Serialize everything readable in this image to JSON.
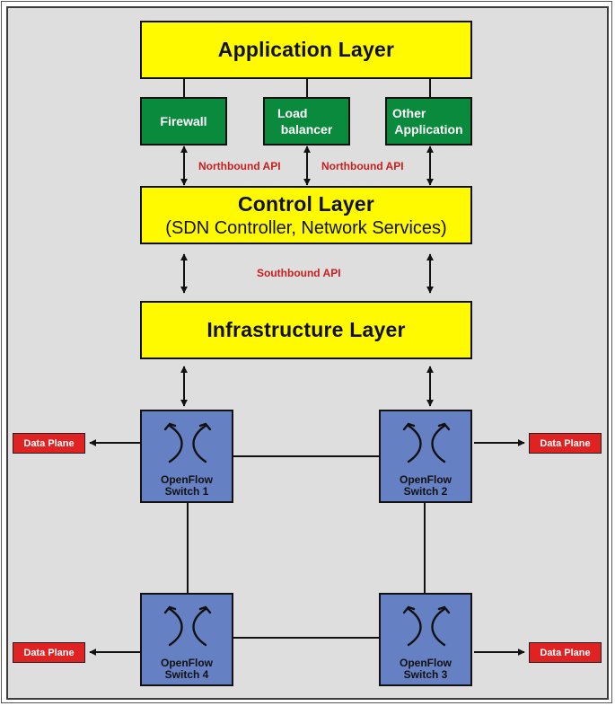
{
  "layers": {
    "application": "Application Layer",
    "control": "Control Layer",
    "control_sub": "(SDN Controller, Network Services)",
    "infrastructure": "Infrastructure Layer"
  },
  "apps": [
    {
      "lines": [
        "Firewall"
      ]
    },
    {
      "lines": [
        "Load",
        "balancer"
      ]
    },
    {
      "lines": [
        "Other",
        "Application"
      ]
    }
  ],
  "apis": {
    "northbound_left": "Northbound API",
    "northbound_right": "Northbound API",
    "southbound": "Southbound API"
  },
  "switches": [
    {
      "line1": "OpenFlow",
      "line2": "Switch 1"
    },
    {
      "line1": "OpenFlow",
      "line2": "Switch 2"
    },
    {
      "line1": "OpenFlow",
      "line2": "Switch 3"
    },
    {
      "line1": "OpenFlow",
      "line2": "Switch 4"
    }
  ],
  "data_plane_label": "Data Plane",
  "colors": {
    "layer": "#fffa00",
    "app": "#0a8a3c",
    "switch": "#6680c4",
    "data_plane": "#e12222",
    "api_text": "#c8201e",
    "background": "#dedede"
  }
}
